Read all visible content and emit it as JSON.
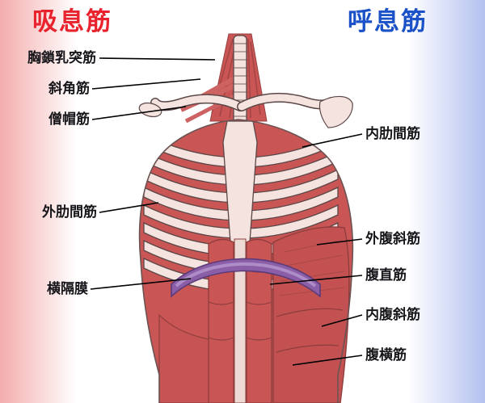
{
  "titles": {
    "left": "吸息筋",
    "right": "呼息筋"
  },
  "colors": {
    "inspiratory_accent": "#e8232d",
    "expiratory_accent": "#1c52c8",
    "left_gradient": "#f29e9e",
    "right_gradient": "#a0b0ec",
    "muscle_red": "#c95555",
    "bone": "#f4e3df",
    "diaphragm_purple": "#8a5fa8"
  },
  "labels": {
    "left": [
      "胸鎖乳突筋",
      "斜角筋",
      "僧帽筋",
      "外肋間筋",
      "横隔膜"
    ],
    "right": [
      "内肋間筋",
      "外腹斜筋",
      "腹直筋",
      "内腹斜筋",
      "腹横筋"
    ]
  }
}
